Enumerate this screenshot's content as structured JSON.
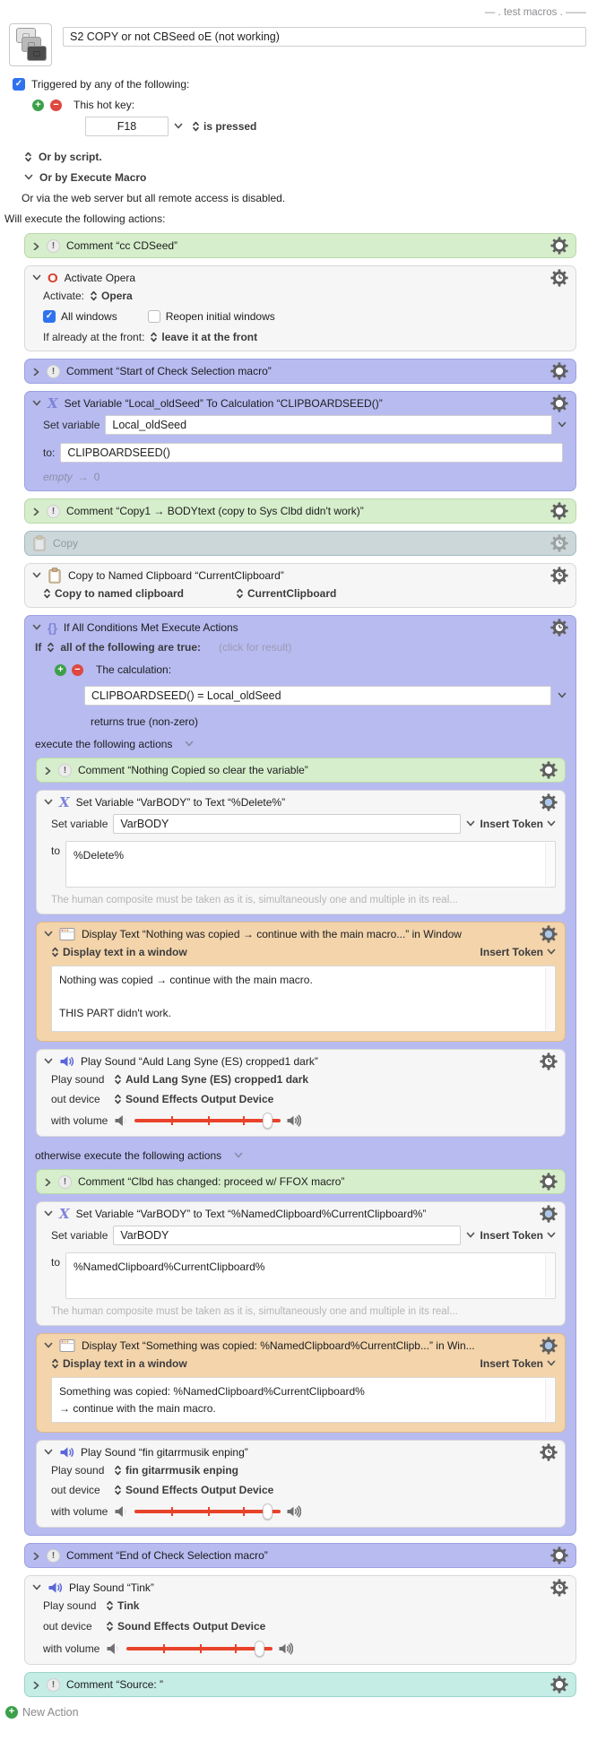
{
  "header": {
    "group_label": "— . test macros . ——",
    "macro_title": "S2 COPY or not CBSeed oE (not working)"
  },
  "triggers": {
    "triggered_by": "Triggered by any of the following:",
    "hotkey_label": "This hot key:",
    "hotkey_value": "F18",
    "hotkey_event": "is pressed",
    "or_script": "Or by script.",
    "or_execute_macro": "Or by Execute Macro",
    "or_web_server": "Or via the web server but all remote access is disabled.",
    "will_execute": "Will execute the following actions:"
  },
  "actions": {
    "comment_cc": "Comment “cc CDSeed”",
    "activate_opera": {
      "title": "Activate Opera",
      "activate_label": "Activate:",
      "app": "Opera",
      "all_windows": "All windows",
      "reopen_initial": "Reopen initial windows",
      "front_label": "If already at the front:",
      "front_option": "leave it at the front"
    },
    "comment_start": "Comment “Start of Check Selection macro”",
    "set_oldseed": {
      "title": "Set Variable “Local_oldSeed” To Calculation “CLIPBOARDSEED()”",
      "set_label": "Set variable",
      "variable": "Local_oldSeed",
      "to_label": "to:",
      "value": "CLIPBOARDSEED()",
      "preview_old": "empty",
      "preview_arrow": "→",
      "preview_new": "0"
    },
    "comment_copy1": "Comment “Copy1 → BODYtext (copy to Sys Clbd didn't work)”",
    "copy_disabled": "Copy",
    "copy_named": {
      "title": "Copy to Named Clipboard “CurrentClipboard”",
      "action": "Copy to named clipboard",
      "clipboard": "CurrentClipboard"
    },
    "if_block": {
      "title": "If All Conditions Met Execute Actions",
      "if_label": "If",
      "condition_mode": "all of the following are true:",
      "click_for_result": "(click for result)",
      "calculation_label": "The calculation:",
      "calculation": "CLIPBOARDSEED() = Local_oldSeed",
      "returns": "returns true (non-zero)",
      "execute_label": "execute the following actions",
      "otherwise_label": "otherwise execute the following actions",
      "then": {
        "comment": "Comment “Nothing Copied so clear the variable”",
        "set_var": {
          "title": "Set Variable “VarBODY” to Text “%Delete%”",
          "set_label": "Set variable",
          "variable": "VarBODY",
          "insert_token": "Insert Token",
          "to_label": "to",
          "value": "%Delete%",
          "preview": "The human composite must be taken as it is, simultaneously one and multiple in its real..."
        },
        "display_text": {
          "title": "Display Text “Nothing was copied  → continue with the main macro...” in Window",
          "mode": "Display text in a window",
          "insert_token": "Insert Token",
          "text": "Nothing was copied  → continue with the main macro.\n\nTHIS PART didn't work."
        },
        "play_sound": {
          "title": "Play Sound “Auld Lang Syne (ES) cropped1 dark”",
          "play_label": "Play sound",
          "sound": "Auld Lang Syne (ES) cropped1 dark",
          "device_label": "out device",
          "device": "Sound Effects Output Device",
          "volume_label": "with volume"
        }
      },
      "else": {
        "comment": "Comment “Clbd has changed: proceed w/ FFOX macro”",
        "set_var": {
          "title": "Set Variable “VarBODY” to Text “%NamedClipboard%CurrentClipboard%”",
          "set_label": "Set variable",
          "variable": "VarBODY",
          "insert_token": "Insert Token",
          "to_label": "to",
          "value": "%NamedClipboard%CurrentClipboard%",
          "preview": "The human composite must be taken as it is, simultaneously one and multiple in its real..."
        },
        "display_text": {
          "title": "Display Text “Something was copied: %NamedClipboard%CurrentClipb...” in Win...",
          "mode": "Display text in a window",
          "insert_token": "Insert Token",
          "text": "Something was copied: %NamedClipboard%CurrentClipboard%\n → continue with the main macro."
        },
        "play_sound": {
          "title": "Play Sound “fin gitarrmusik enping”",
          "play_label": "Play sound",
          "sound": "fin gitarrmusik enping",
          "device_label": "out device",
          "device": "Sound Effects Output Device",
          "volume_label": "with volume"
        }
      }
    },
    "comment_end": "Comment “End of Check Selection macro”",
    "play_tink": {
      "title": "Play Sound “Tink”",
      "play_label": "Play sound",
      "sound": "Tink",
      "device_label": "out device",
      "device": "Sound Effects Output Device",
      "volume_label": "with volume"
    },
    "comment_source": "Comment “Source: ”"
  },
  "footer": {
    "new_action": "New Action"
  },
  "colors": {
    "comment_green": "#d6eecb",
    "comment_purple": "#b7bbf0",
    "comment_teal": "#c5ece5",
    "action_gray": "#f6f6f6",
    "display_orange": "#f3d4ab",
    "disabled_copy": "#ccd7da",
    "slider_red": "#e8432a"
  }
}
